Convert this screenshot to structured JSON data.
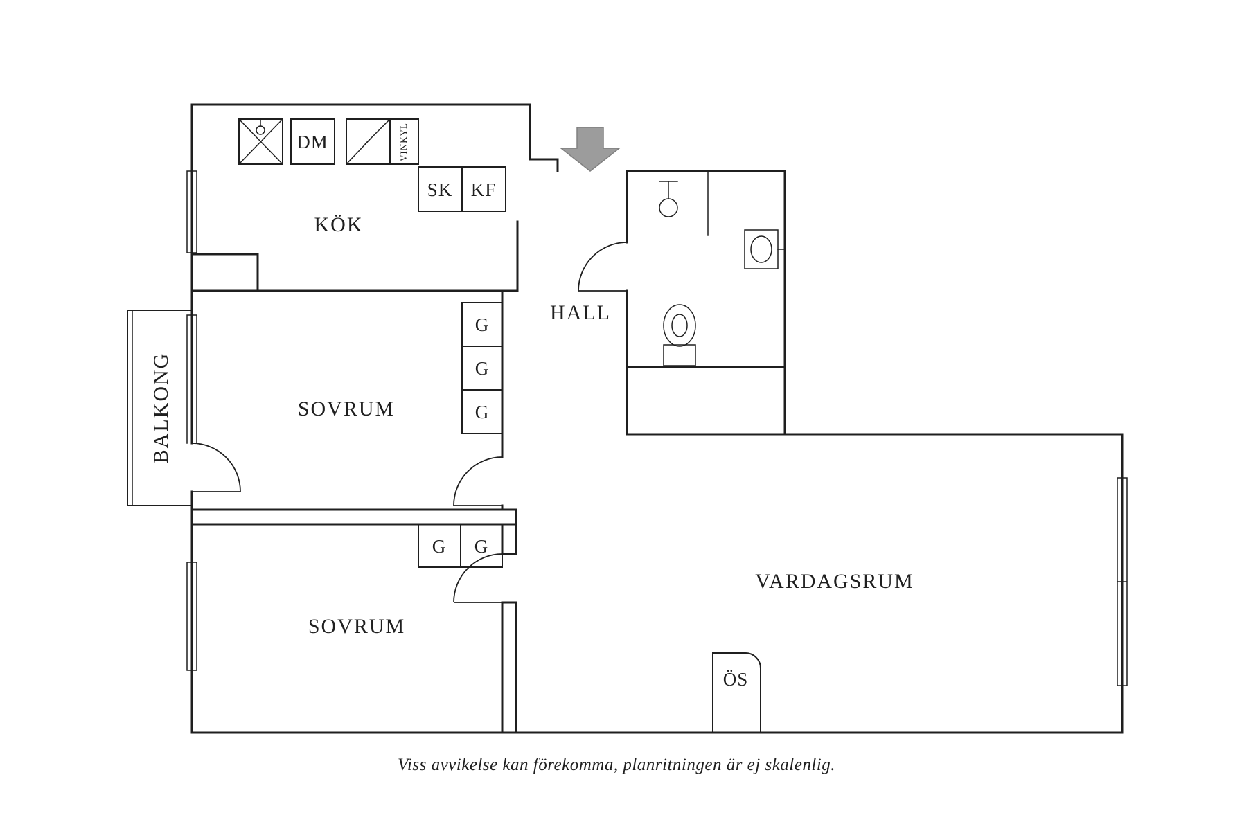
{
  "plan": {
    "rooms": {
      "kitchen": "KÖK",
      "hall": "HALL",
      "bedroom_upper": "SOVRUM",
      "bedroom_lower": "SOVRUM",
      "living_room": "VARDAGSRUM",
      "balcony": "BALKONG"
    },
    "kitchen_units": {
      "dishwasher": "DM",
      "wine_fridge": "VINKYL",
      "cleaning_cabinet": "SK",
      "fridge_freezer": "KF"
    },
    "wardrobes_upper": [
      "G",
      "G",
      "G"
    ],
    "wardrobes_lower": [
      "G",
      "G"
    ],
    "fireplace": "ÖS",
    "caption": "Viss avvikelse kan förekomma, planritningen är ej skalenlig."
  },
  "icons": {
    "entrance_arrow": "down-arrow"
  },
  "colors": {
    "wall": "#1f1f1f",
    "arrow_fill": "#9c9c9c",
    "background": "#ffffff"
  }
}
